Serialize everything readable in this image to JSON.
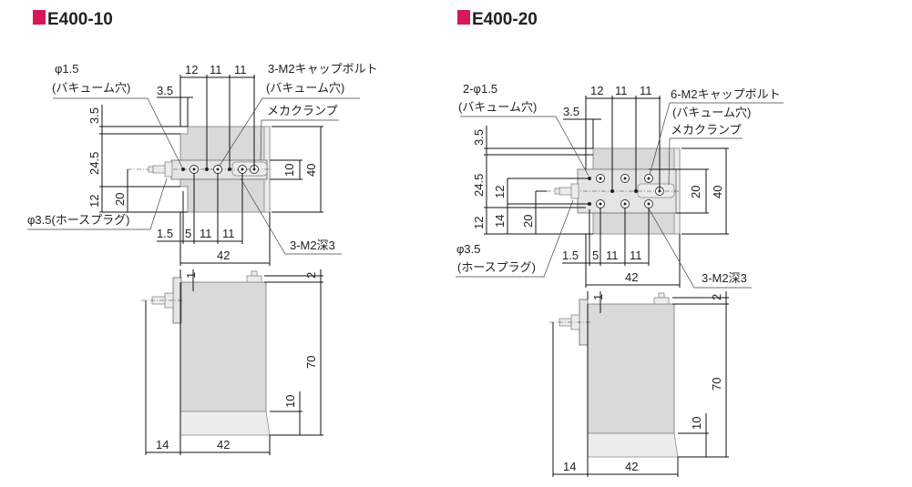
{
  "accent_color": "#d6175a",
  "left": {
    "title": "E400-10",
    "top_dims": [
      "12",
      "11",
      "11"
    ],
    "vac_hole_size": "φ1.5",
    "vac_hole_note": "(バキューム穴)",
    "offset_h": "3.5",
    "left_dims": [
      "3.5",
      "24.5",
      "12"
    ],
    "inner_dim": "20",
    "right_dims": [
      "10",
      "40"
    ],
    "bolt_label": "3-M2キャップボルト",
    "bolt_note": "(バキューム穴)",
    "clamp_label": "メカクランプ",
    "hose_label": "φ3.5(ホースプラグ)",
    "bottom_dims": [
      "1.5",
      "5",
      "11",
      "11"
    ],
    "width": "42",
    "tap_label": "3-M2深3",
    "side": {
      "top_gap": "1",
      "top_right": "2",
      "height": "70",
      "base": "10",
      "hose_len": "14",
      "width": "42"
    }
  },
  "right": {
    "title": "E400-20",
    "top_dims": [
      "12",
      "11",
      "11"
    ],
    "vac_hole_size": "2-φ1.5",
    "vac_hole_note": "(バキューム穴)",
    "offset_h": "3.5",
    "left_dims": [
      "3.5",
      "24.5",
      "12"
    ],
    "inner_dims": [
      "12",
      "14",
      "20"
    ],
    "right_dims": [
      "20",
      "40"
    ],
    "bolt_label": "6-M2キャップボルト",
    "bolt_note": "(バキューム穴)",
    "clamp_label": "メカクランプ",
    "hose_size": "φ3.5",
    "hose_note": "(ホースプラグ)",
    "bottom_dims": [
      "1.5",
      "5",
      "11",
      "11"
    ],
    "width": "42",
    "tap_label": "3-M2深3",
    "side": {
      "top_gap": "1",
      "top_right": "2",
      "height": "70",
      "base": "10",
      "hose_len": "14",
      "width": "42"
    }
  }
}
